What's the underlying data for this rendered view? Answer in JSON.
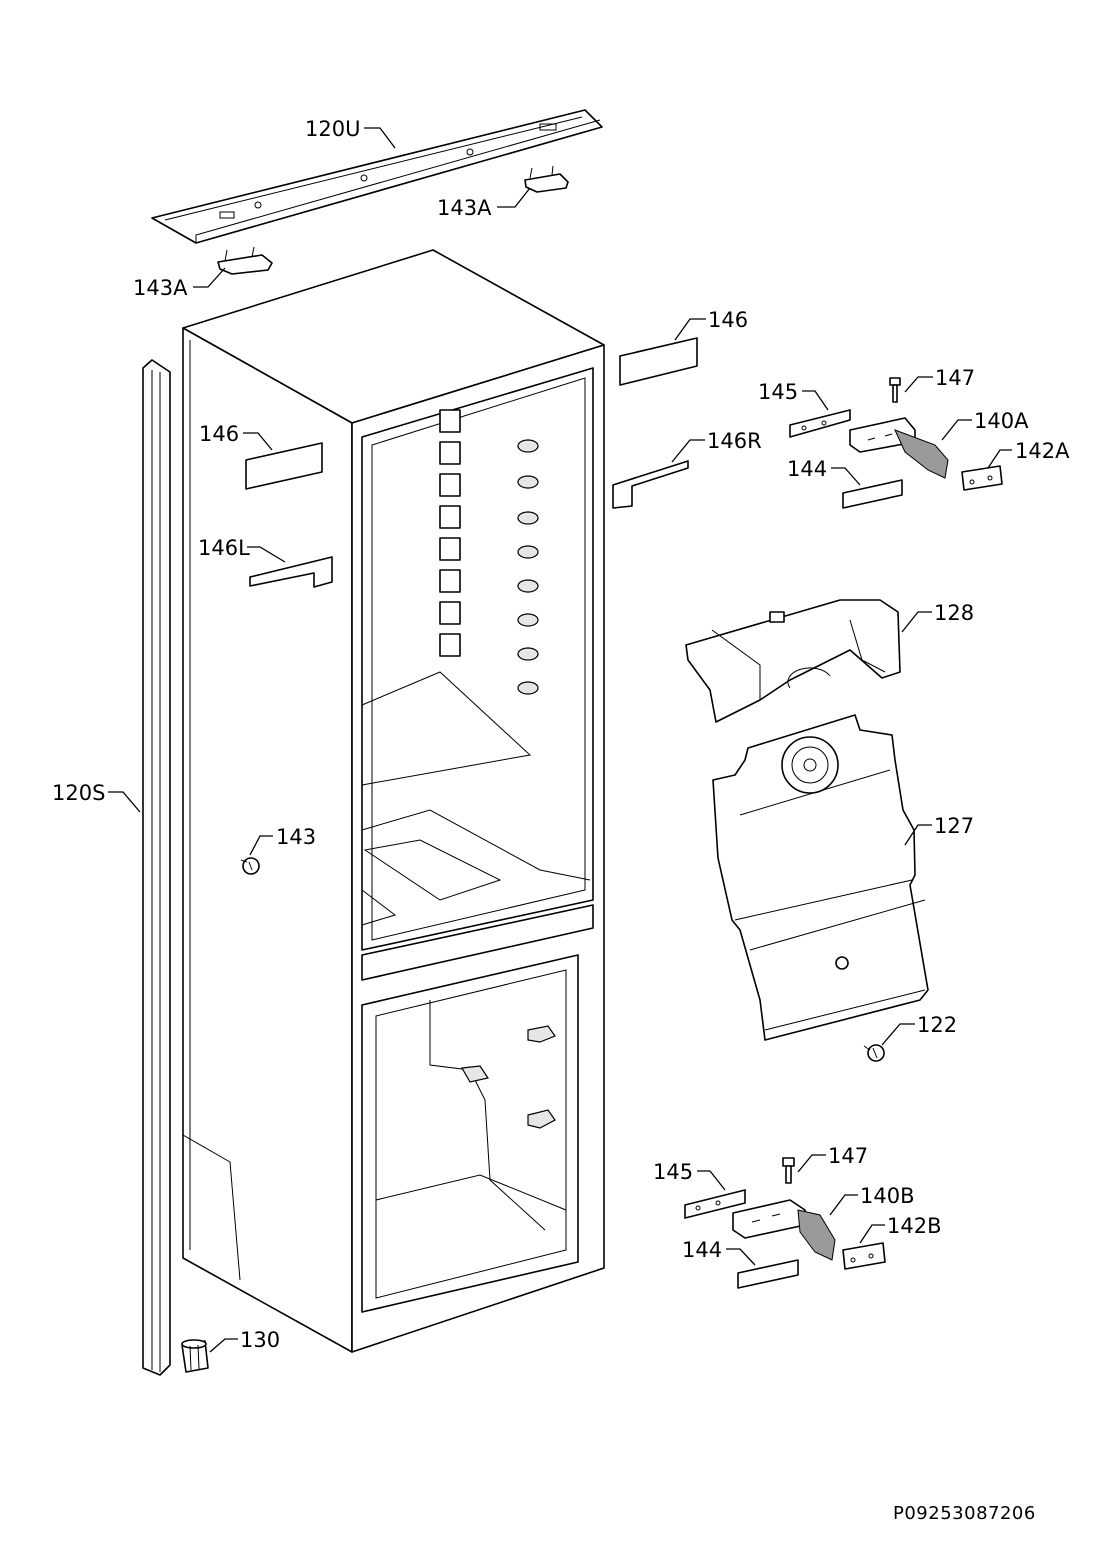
{
  "document_id": "P09253087206",
  "callouts": {
    "c120U": "120U",
    "c143A_top": "143A",
    "c143A_left": "143A",
    "c146_right": "146",
    "c146_left": "146",
    "c146L": "146L",
    "c146R": "146R",
    "c145_top": "145",
    "c147_top": "147",
    "c140A": "140A",
    "c142A": "142A",
    "c144_top": "144",
    "c128": "128",
    "c127": "127",
    "c120S": "120S",
    "c143": "143",
    "c122": "122",
    "c145_bottom": "145",
    "c147_bottom": "147",
    "c140B": "140B",
    "c142B": "142B",
    "c144_bottom": "144",
    "c130": "130"
  },
  "colors": {
    "line": "#000000",
    "background": "#ffffff",
    "shade": "#e6e6e6"
  }
}
